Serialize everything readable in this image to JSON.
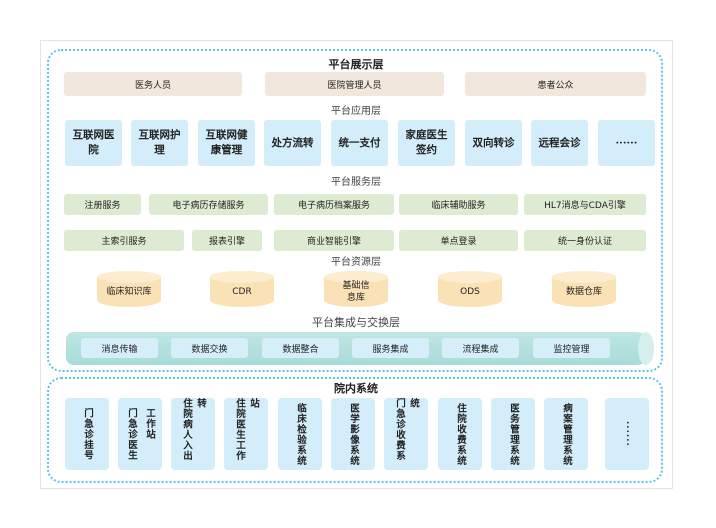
{
  "platform": {
    "display": {
      "title": "平台展示层",
      "items": [
        "医务人员",
        "医院管理人员",
        "患者公众"
      ]
    },
    "application": {
      "title": "平台应用层",
      "items": [
        "互联网医院",
        "互联网护理",
        "互联网健康管理",
        "处方流转",
        "统一支付",
        "家庭医生签约",
        "双向转诊",
        "远程会诊",
        "······"
      ]
    },
    "service": {
      "title": "平台服务层",
      "row1": [
        "注册服务",
        "电子病历存储服务",
        "电子病历档案服务",
        "临床辅助服务",
        "HL7消息与CDA引擎"
      ],
      "row2": [
        "主索引服务",
        "报表引擎",
        "商业智能引擎",
        "单点登录",
        "统一身份认证"
      ]
    },
    "resource": {
      "title": "平台资源层",
      "items": [
        "临床知识库",
        "CDR",
        "基础信息库",
        "ODS",
        "数据仓库"
      ]
    },
    "integration": {
      "title": "平台集成与交换层",
      "items": [
        "消息传输",
        "数据交换",
        "数据整合",
        "服务集成",
        "流程集成",
        "监控管理"
      ]
    }
  },
  "hospital": {
    "title": "院内系统",
    "items": [
      "门急诊挂号",
      "门急诊医生",
      "工作站",
      "住院病人入出转",
      "住院医生工作站",
      "临床检验系统",
      "医学影像系统",
      "门急诊收费系统",
      "住院收费系统",
      "医务管理系统",
      "病案管理系统",
      "······"
    ]
  }
}
